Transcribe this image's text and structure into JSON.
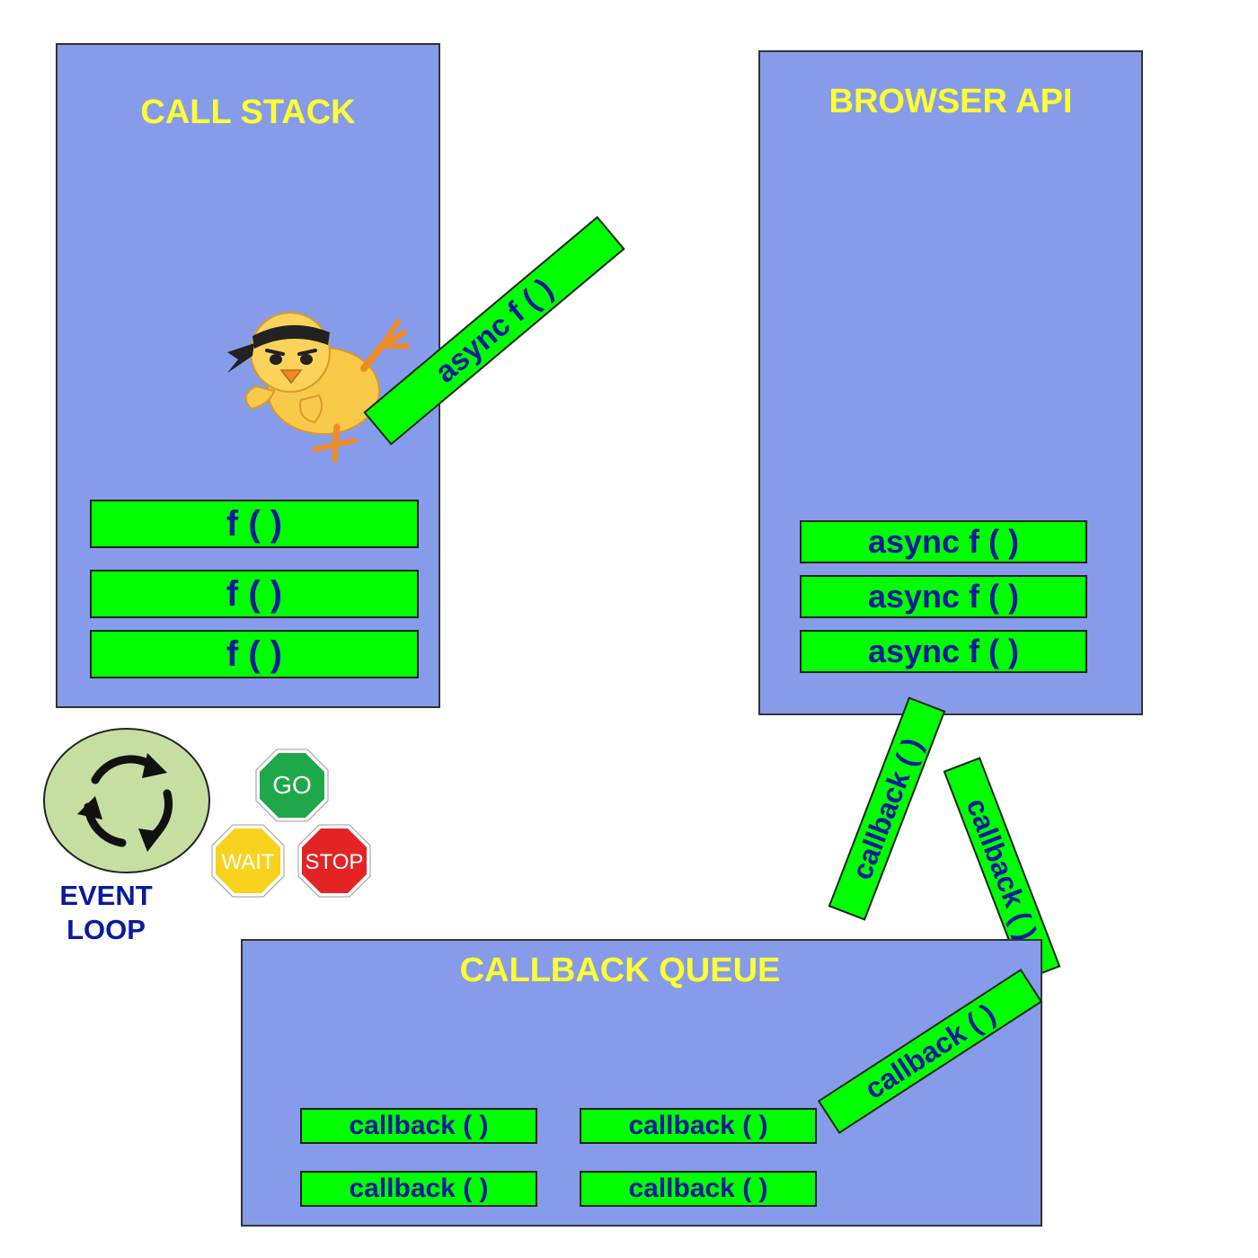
{
  "panels": {
    "call_stack": {
      "title": "CALL STACK"
    },
    "browser_api": {
      "title": "BROWSER API"
    },
    "callback_queue": {
      "title": "CALLBACK QUEUE"
    }
  },
  "call_stack_frames": [
    "f ( )",
    "f ( )",
    "f ( )"
  ],
  "browser_api_items": [
    "async f ( )",
    "async f ( )",
    "async f ( )"
  ],
  "queue_items": [
    "callback ( )",
    "callback ( )",
    "callback ( )",
    "callback ( )"
  ],
  "moving": {
    "async_out": "async f ( )",
    "callback_1": "callback ( )",
    "callback_2": "callback ( )",
    "callback_3": "callback ( )"
  },
  "event_loop": {
    "line1": "EVENT",
    "line2": "LOOP"
  },
  "signs": {
    "go": "GO",
    "wait": "WAIT",
    "stop": "STOP"
  },
  "colors": {
    "panel": "#869CEA",
    "block": "#00FF00",
    "block_text": "#0A1A9C",
    "title": "#FFFF33",
    "loop_circle": "#C5DFA1",
    "go": "#1FA84A",
    "wait": "#F8D21C",
    "stop": "#E42424"
  }
}
